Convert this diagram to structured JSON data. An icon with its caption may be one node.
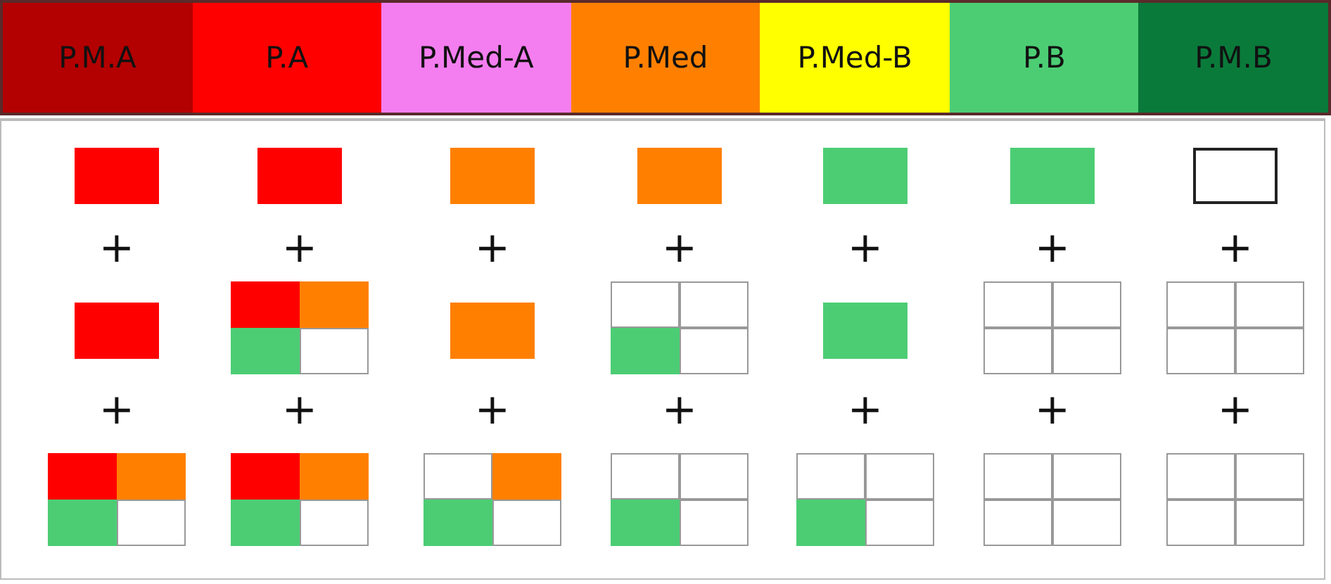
{
  "diagram": {
    "nodes": [
      {
        "text": [
          "P.M.A"
        ]
      },
      {
        "text": [
          "P.A"
        ]
      },
      {
        "text": [
          "P.Med-A"
        ]
      },
      {
        "text": [
          "P.Med"
        ]
      },
      {
        "text": [
          "P.Med-B"
        ]
      },
      {
        "text": [
          "P.B"
        ]
      },
      {
        "text": [
          "P.M.B"
        ]
      }
    ],
    "edges": [],
    "labels": [
      "+",
      "+",
      "+",
      "+",
      "+",
      "+",
      "+",
      "+",
      "+",
      "+",
      "+",
      "+",
      "+",
      "+"
    ]
  }
}
